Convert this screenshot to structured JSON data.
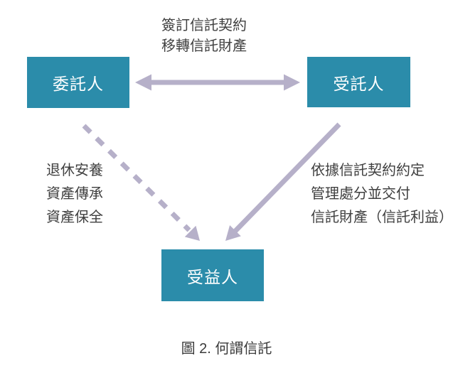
{
  "caption": "圖 2. 何謂信託",
  "nodes": [
    {
      "id": "trustor",
      "label": "委託人"
    },
    {
      "id": "trustee",
      "label": "受託人"
    },
    {
      "id": "beneficiary",
      "label": "受益人"
    }
  ],
  "edges": {
    "top": {
      "type": "double-arrow",
      "from": "委託人",
      "to": "受託人",
      "lines": [
        "簽訂信託契約",
        "移轉信託財產"
      ]
    },
    "left": {
      "type": "dashed-arrow",
      "from": "委託人",
      "to": "受益人",
      "lines": [
        "退休安養",
        "資產傳承",
        "資產保全"
      ]
    },
    "right": {
      "type": "solid-arrow",
      "from": "受託人",
      "to": "受益人",
      "lines": [
        "依據信託契約約定",
        "管理處分並交付",
        "信託財產（信託利益）"
      ]
    }
  },
  "colors": {
    "node_fill": "#2b8caa",
    "node_text": "#ffffff",
    "arrow": "#b6b0c9",
    "label_text": "#3f3f3f"
  }
}
